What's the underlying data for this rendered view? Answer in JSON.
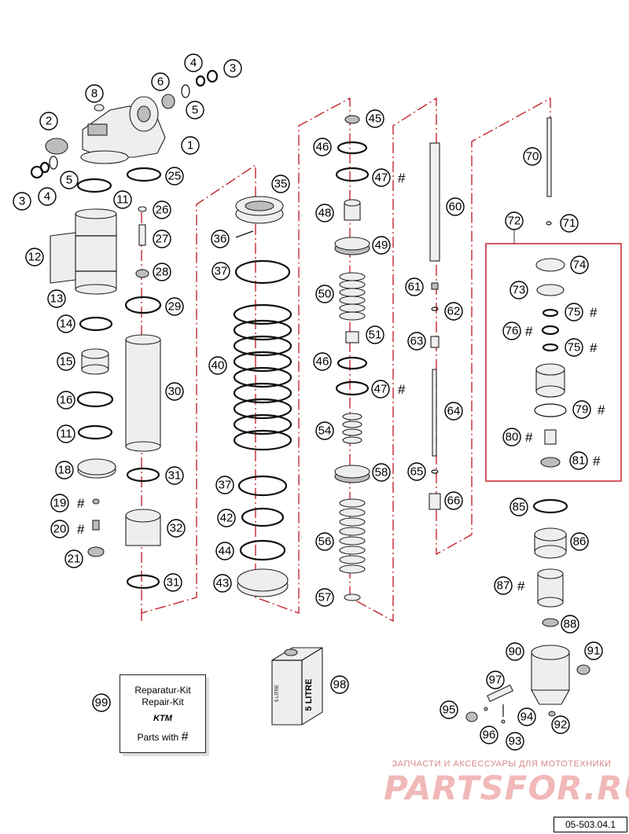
{
  "callouts": [
    "1",
    "2",
    "3",
    "4",
    "5",
    "6",
    "8",
    "11",
    "12",
    "13",
    "14",
    "15",
    "16",
    "18",
    "19",
    "20",
    "21",
    "25",
    "26",
    "27",
    "28",
    "29",
    "30",
    "31",
    "32",
    "35",
    "36",
    "37",
    "40",
    "42",
    "43",
    "44",
    "45",
    "46",
    "47",
    "48",
    "49",
    "50",
    "51",
    "54",
    "56",
    "57",
    "58",
    "60",
    "61",
    "62",
    "63",
    "64",
    "65",
    "66",
    "70",
    "71",
    "72",
    "73",
    "74",
    "75",
    "76",
    "79",
    "80",
    "81",
    "85",
    "86",
    "87",
    "88",
    "90",
    "91",
    "92",
    "93",
    "94",
    "95",
    "96",
    "97",
    "98",
    "99"
  ],
  "repair_kit_marker": "#",
  "kit_box": {
    "line1": "Reparatur-Kit",
    "line2": "Repair-Kit",
    "logo": "KTM",
    "line4": "Parts with",
    "mark": "#"
  },
  "oil_can_label": "5 LITRE",
  "oil_can_side_label": "5 LITRE",
  "watermark": {
    "tagline": "ЗАПЧАСТИ И АКСЕССУАРЫ ДЛЯ МОТОТЕХНИКИ",
    "brand": "PARTSFOR.RU"
  },
  "document_number": "05-503.04.1",
  "colors": {
    "dash_frame": "#c0161f",
    "watermark": "#f1b8b8",
    "watermark_text": "#d68a8a"
  }
}
